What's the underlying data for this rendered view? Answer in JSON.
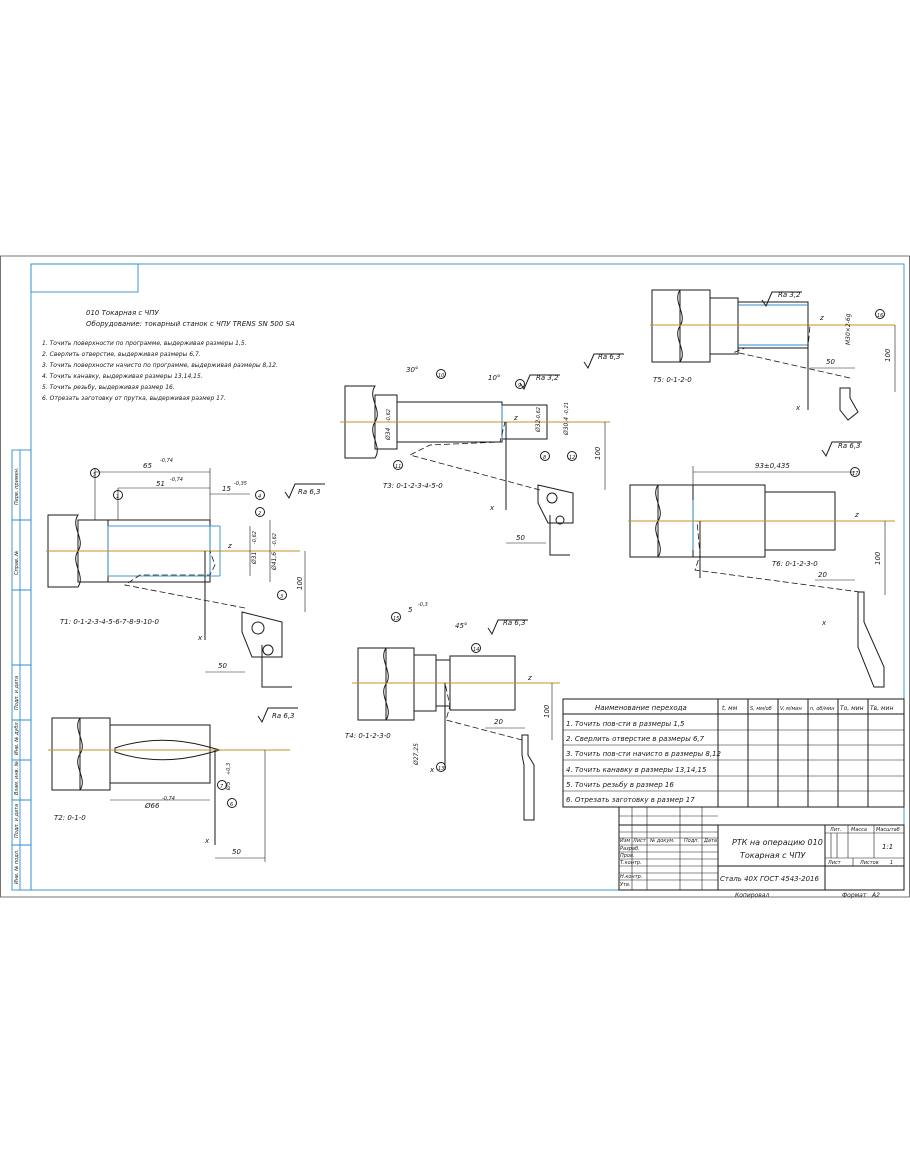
{
  "header": {
    "operation": "010 Токарная с ЧПУ",
    "equipment": "Оборудование: токарный станок с ЧПУ TRENS SN 500 SA"
  },
  "steps_list": [
    "1. Точить поверхности по программе, выдерживая размеры 1,5.",
    "2. Сверлить отверстие, выдерживая размеры 6,7.",
    "3. Точить поверхности начисто по программе, выдерживая размеры 8,12.",
    "4. Точить канавку, выдерживая размеры 13,14,15.",
    "5. Точить резьбу, выдерживая размер 16.",
    "6. Отрезать заготовку от прутка, выдерживая размер 17."
  ],
  "stamp_margin": [
    "Перв. примен.",
    "Справ. №",
    "Подп. и дата",
    "Инв. № дубл.",
    "Взам. инв. №",
    "Подп. и дата",
    "Инв. № подл."
  ],
  "sketches": {
    "t1": {
      "caption": "Т1: 0-1-2-3-4-5-6-7-8-9-10-0",
      "dim_65": "65",
      "dim_65_tol": "-0,74",
      "dim_51": "51",
      "dim_51_tol": "-0,74",
      "dim_15": "15",
      "dim_15_tol": "-0,35",
      "dia_31": "Ø31",
      "dia_31_tol": "-0,62",
      "dia_41": "Ø41,6",
      "dia_41_tol": "-0,62",
      "dim_100": "100",
      "dim_50": "50",
      "ra": "Ra 6,3",
      "callouts": [
        "5",
        "1",
        "4",
        "2",
        "3"
      ],
      "pts": [
        "1",
        "2",
        "3",
        "4",
        "5",
        "6",
        "7",
        "8",
        "9",
        "10",
        "0"
      ]
    },
    "t2": {
      "caption": "Т2: 0-1-0",
      "dia_66": "Ø66",
      "dia_66_tol": "-0,74",
      "dia_5": "Ø5",
      "dia_5_tol": "+0,3",
      "dim_50": "50",
      "ra": "Ra 6,3",
      "callouts": [
        "6",
        "7"
      ]
    },
    "t3": {
      "caption": "Т3: 0-1-2-3-4-5-0",
      "ang_30": "30°",
      "ang_10": "10°",
      "dia_34": "Ø34",
      "dia_34_tol": "-0,62",
      "dia_32": "Ø32",
      "dia_32_tol": "-0,62",
      "dia_30": "Ø30,4",
      "dia_30_tol": "-0,21",
      "ra_32": "Ra 3,2",
      "ra_63": "Ra 6,3",
      "dim_100": "100",
      "dim_50": "50",
      "callouts": [
        "10",
        "9",
        "8",
        "12",
        "11"
      ]
    },
    "t4": {
      "caption": "Т4: 0-1-2-3-0",
      "dim_5": "5",
      "dim_5_tol": "-0,3",
      "ang_45": "45°",
      "dia_27": "Ø27,25",
      "dim_20": "20",
      "dim_100": "100",
      "ra": "Ra 6,3",
      "callouts": [
        "15",
        "14",
        "13"
      ]
    },
    "t5": {
      "caption": "Т5: 0-1-2-0",
      "thread": "M30×2-6g",
      "dim_50": "50",
      "dim_100": "100",
      "ra": "Ra 3,2",
      "callouts": [
        "16"
      ]
    },
    "t6": {
      "caption": "Т6: 0-1-2-3-0",
      "dim_93": "93±0,435",
      "dim_20": "20",
      "dim_100": "100",
      "ra": "Ra 6,3",
      "callouts": [
        "17"
      ]
    }
  },
  "axis_labels": {
    "z": "z",
    "x": "x"
  },
  "transitions_table": {
    "headers": [
      "Наименование перехода",
      "t, мм",
      "S, мм/об",
      "V, м/мин",
      "n, об/мин",
      "Tо, мин",
      "Tв, мин"
    ],
    "rows": [
      "1. Точить пов-сти в размеры 1,5",
      "2. Сверлить отверстие в размеры 6,7",
      "3. Точить пов-сти начисто в размеры 8,12",
      "4. Точить канавку в размеры 13,14,15",
      "5. Точить резьбу в размер 16",
      "6. Отрезать заготовку в размер 17"
    ]
  },
  "title_block": {
    "title_line1": "РТК на операцию 010",
    "title_line2": "Токарная с ЧПУ",
    "material": "Сталь 40Х ГОСТ 4543-2016",
    "col_heads": [
      "Изм",
      "Лист",
      "№ докум.",
      "Подп.",
      "Дата"
    ],
    "row_heads": [
      "Разраб.",
      "Пров.",
      "Т.контр.",
      "",
      "Н.контр.",
      "Утв."
    ],
    "lit": "Лит.",
    "mass": "Масса",
    "scale": "Масштаб",
    "scale_value": "1:1",
    "sheet": "Лист",
    "sheets": "Листов",
    "sheets_value": "1",
    "copied": "Копировал",
    "format": "Формат",
    "format_value": "A2"
  }
}
